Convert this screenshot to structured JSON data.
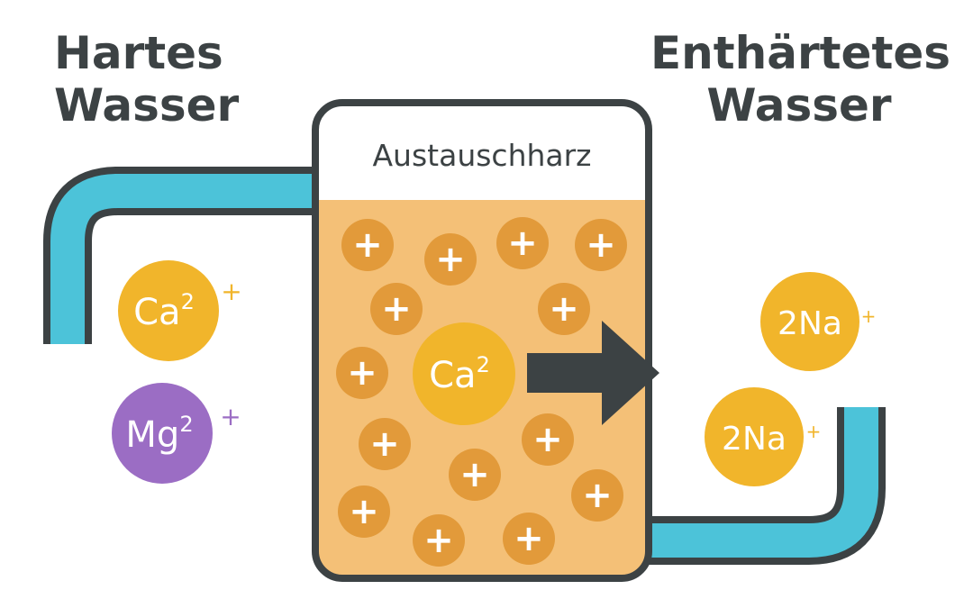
{
  "hard_water": {
    "line1": "Hartes",
    "line2": "Wasser"
  },
  "softened_water": {
    "line1": "Enthärtetes",
    "line2": "Wasser"
  },
  "resin_label": "Austauschharz",
  "ions": {
    "calcium_in": {
      "symbol": "Ca",
      "superscript": "2",
      "charge": "+"
    },
    "magnesium_in": {
      "symbol": "Mg",
      "superscript": "2",
      "charge": "+"
    },
    "calcium_bound": {
      "symbol": "Ca",
      "superscript": "2"
    },
    "sodium_out_1": {
      "symbol": "2Na",
      "charge": "+"
    },
    "sodium_out_2": {
      "symbol": "2Na",
      "charge": "+"
    }
  },
  "resin_site_symbol": "+",
  "colors": {
    "pipe": "#4cc3d9",
    "pipe_outline": "#3c4244",
    "resin_fill": "#f4c077",
    "resin_site": "#e29a3a",
    "ion_yellow": "#f1b52b",
    "ion_purple": "#9b6dc4",
    "arrow": "#3c4244",
    "text_dark": "#3c4244"
  }
}
